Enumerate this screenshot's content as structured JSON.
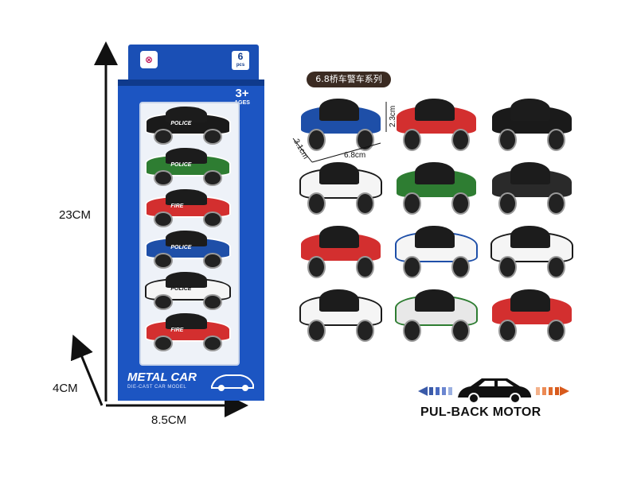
{
  "dimensions": {
    "height": "23CM",
    "depth": "4CM",
    "width": "8.5CM"
  },
  "package": {
    "pieces_count": "6",
    "pieces_unit": "pcs",
    "age": "3+",
    "age_unit": "AGES",
    "brand": "METAL CAR",
    "brand_subtitle": "DIE-CAST CAR MODEL",
    "packaged_cars": [
      {
        "color": "#1a1a1a",
        "accent": "#ffffff",
        "label": "POLICE"
      },
      {
        "color": "#2e7d32",
        "accent": "#ffffff",
        "label": "POLICE"
      },
      {
        "color": "#d32f2f",
        "accent": "#ffffff",
        "label": "FIRE"
      },
      {
        "color": "#1e4fa8",
        "accent": "#ffffff",
        "label": "POLICE"
      },
      {
        "color": "#f5f5f5",
        "accent": "#1a1a1a",
        "label": "POLICE"
      },
      {
        "color": "#d32f2f",
        "accent": "#ffffff",
        "label": "FIRE"
      }
    ]
  },
  "product": {
    "series_title": "6.8桥车警车系列",
    "car_dims": {
      "height": "2.3cm",
      "width": "3.1cm",
      "length": "6.8cm"
    },
    "cars": [
      {
        "color": "#1e4fa8",
        "accent": "#ffffff"
      },
      {
        "color": "#d32f2f",
        "accent": "#ffffff"
      },
      {
        "color": "#1a1a1a",
        "accent": "#ffffff"
      },
      {
        "color": "#f5f5f5",
        "accent": "#1a1a1a"
      },
      {
        "color": "#2e7d32",
        "accent": "#ffffff"
      },
      {
        "color": "#2a2a2a",
        "accent": "#ffffff"
      },
      {
        "color": "#d32f2f",
        "accent": "#ffffff"
      },
      {
        "color": "#f5f5f5",
        "accent": "#1e4fa8"
      },
      {
        "color": "#f5f5f5",
        "accent": "#1a1a1a"
      },
      {
        "color": "#f5f5f5",
        "accent": "#1a1a1a"
      },
      {
        "color": "#e8e8e8",
        "accent": "#2e7d32"
      },
      {
        "color": "#d32f2f",
        "accent": "#ffffff"
      }
    ]
  },
  "pullback": {
    "label": "PUL-BACK MOTOR"
  }
}
